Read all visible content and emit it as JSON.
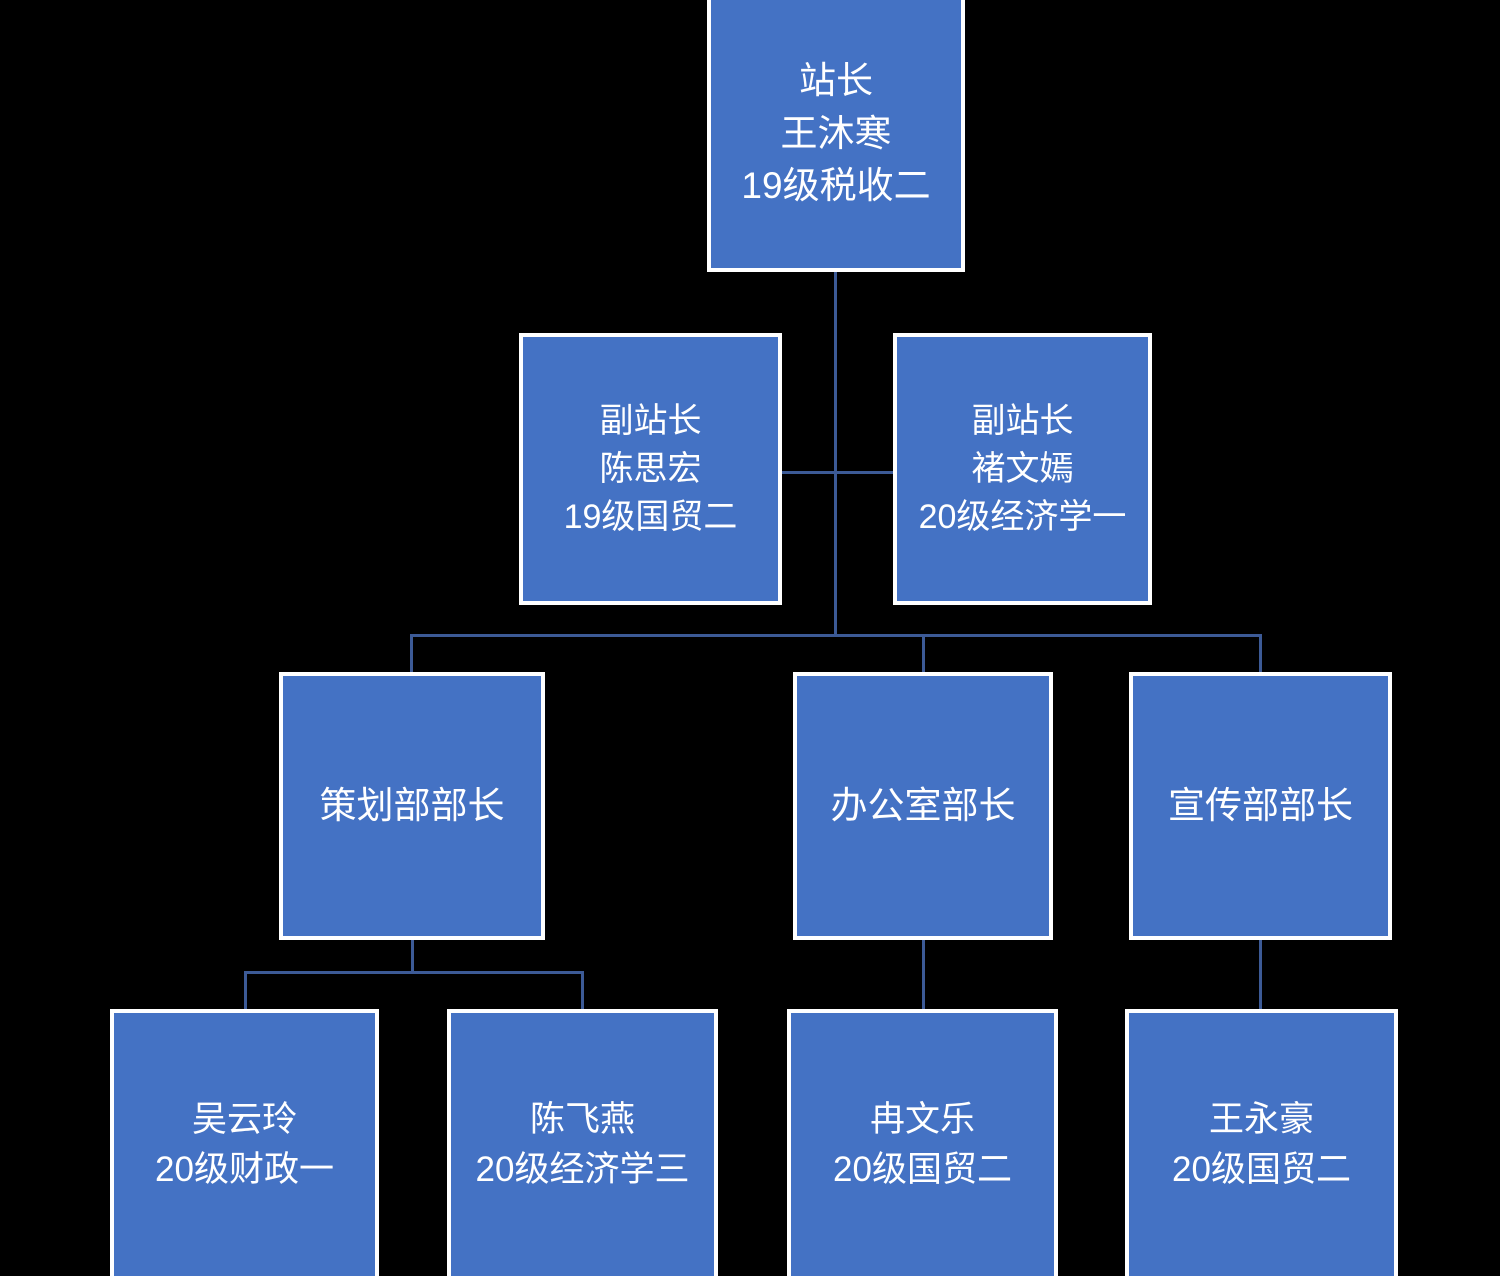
{
  "diagram": {
    "type": "organization-chart",
    "title": "",
    "colors": {
      "node_fill": "#4472C4",
      "node_border": "#FFFFFF",
      "connector": "#3C5A96",
      "background": "#000000",
      "text": "#FFFFFF"
    },
    "nodes": {
      "station_chief": {
        "role": "站长",
        "name": "王沐寒",
        "class": "19级税收二"
      },
      "deputy_left": {
        "role": "副站长",
        "name": "陈思宏",
        "class": "19级国贸二"
      },
      "deputy_right": {
        "role": "副站长",
        "name": "褚文嫣",
        "class": "20级经济学一"
      },
      "dept_planning": {
        "role": "策划部部长"
      },
      "dept_office": {
        "role": "办公室部长"
      },
      "dept_publicity": {
        "role": "宣传部部长"
      },
      "member_planning_1": {
        "name": "吴云玲",
        "class": "20级财政一"
      },
      "member_planning_2": {
        "name": "陈飞燕",
        "class": "20级经济学三"
      },
      "member_office_1": {
        "name": "冉文乐",
        "class": "20级国贸二"
      },
      "member_publicity_1": {
        "name": "王永豪",
        "class": "20级国贸二"
      }
    }
  }
}
